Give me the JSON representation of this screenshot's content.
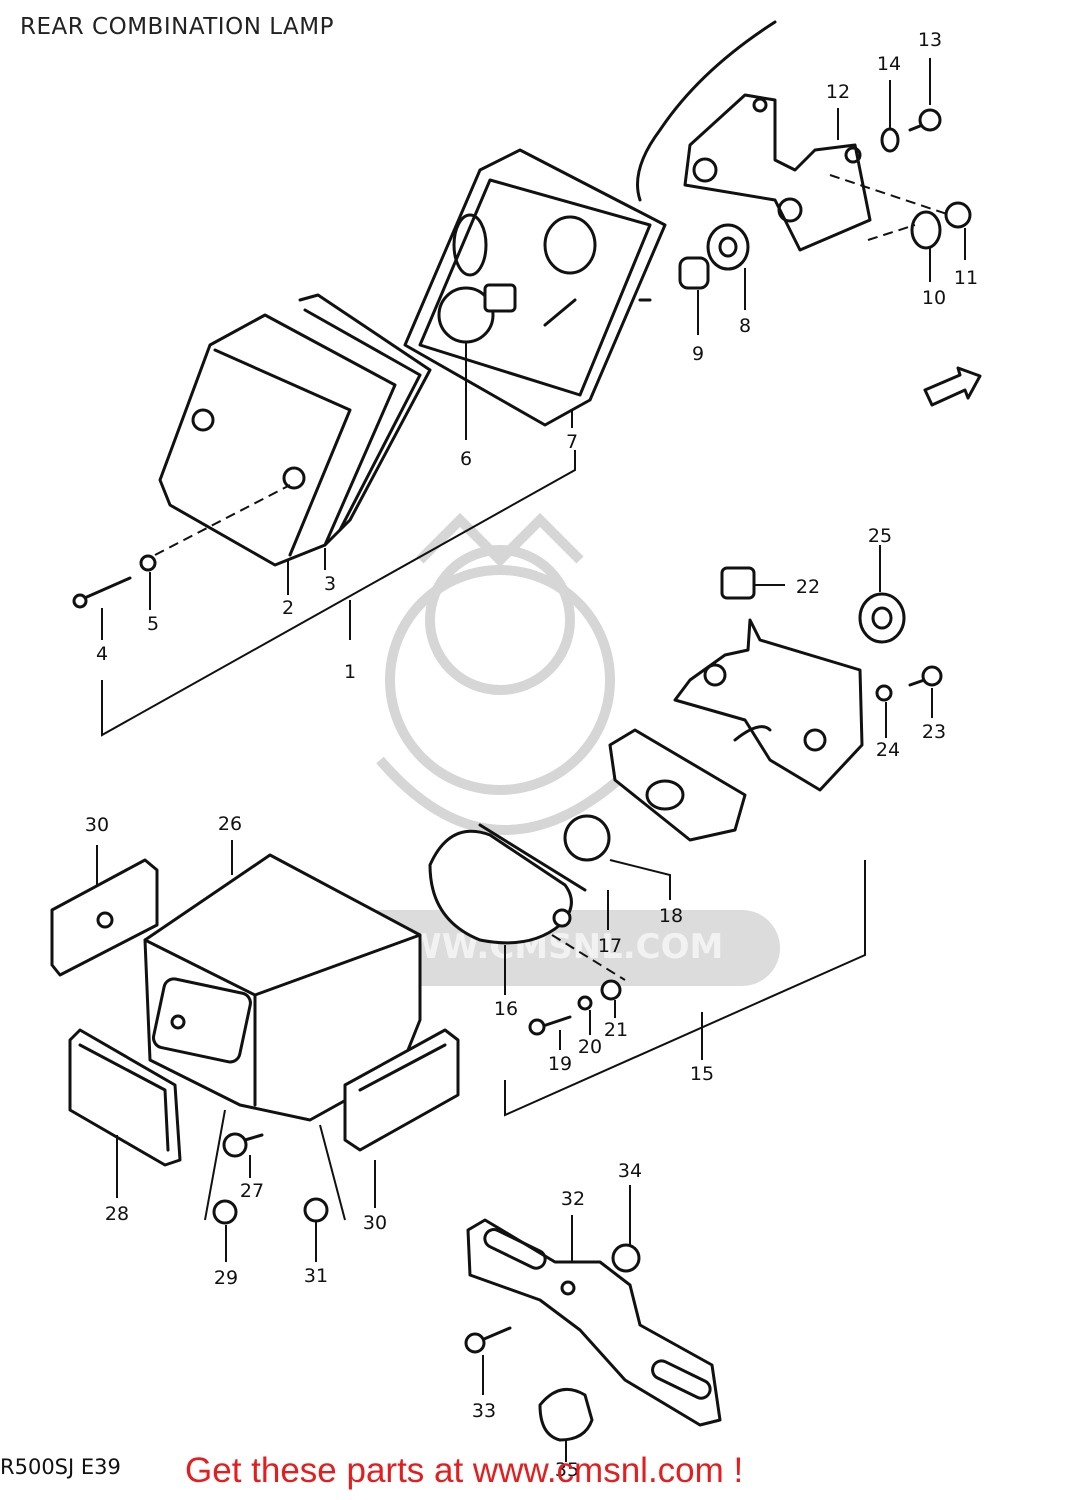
{
  "title": "REAR COMBINATION LAMP",
  "model_code": "R500SJ E39",
  "promo_text": "Get these parts at www.cmsnl.com !",
  "watermark_text": "WWW.CMSNL.COM",
  "part_numbers": [
    "1",
    "2",
    "3",
    "4",
    "5",
    "6",
    "7",
    "8",
    "9",
    "10",
    "11",
    "12",
    "13",
    "14",
    "15",
    "16",
    "17",
    "18",
    "19",
    "20",
    "21",
    "22",
    "23",
    "24",
    "25",
    "26",
    "27",
    "28",
    "29",
    "30",
    "30",
    "31",
    "32",
    "33",
    "34",
    "35"
  ],
  "colors": {
    "promo": "#e41e1e",
    "line": "#111111",
    "watermark": "#d6d6d6"
  },
  "icons": [
    "fwd-arrow-icon"
  ]
}
